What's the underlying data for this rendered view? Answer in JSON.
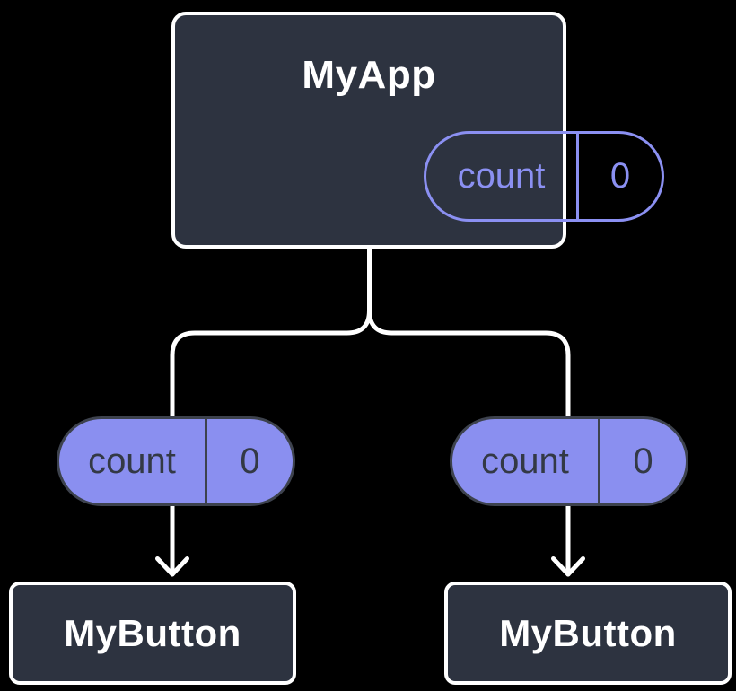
{
  "colors": {
    "background": "#000000",
    "card": "#2d3340",
    "card_border": "#ffffff",
    "title_text": "#ffffff",
    "pill_fill": "#8a8ff0",
    "pill_outline": "#8b90f2",
    "pill_border": "#3d424d",
    "pill_text": "#333945",
    "connector": "#ffffff"
  },
  "diagram": {
    "root": {
      "title": "MyApp",
      "state": {
        "label": "count",
        "value": "0"
      }
    },
    "children": [
      {
        "title": "MyButton",
        "prop": {
          "label": "count",
          "value": "0"
        }
      },
      {
        "title": "MyButton",
        "prop": {
          "label": "count",
          "value": "0"
        }
      }
    ]
  }
}
